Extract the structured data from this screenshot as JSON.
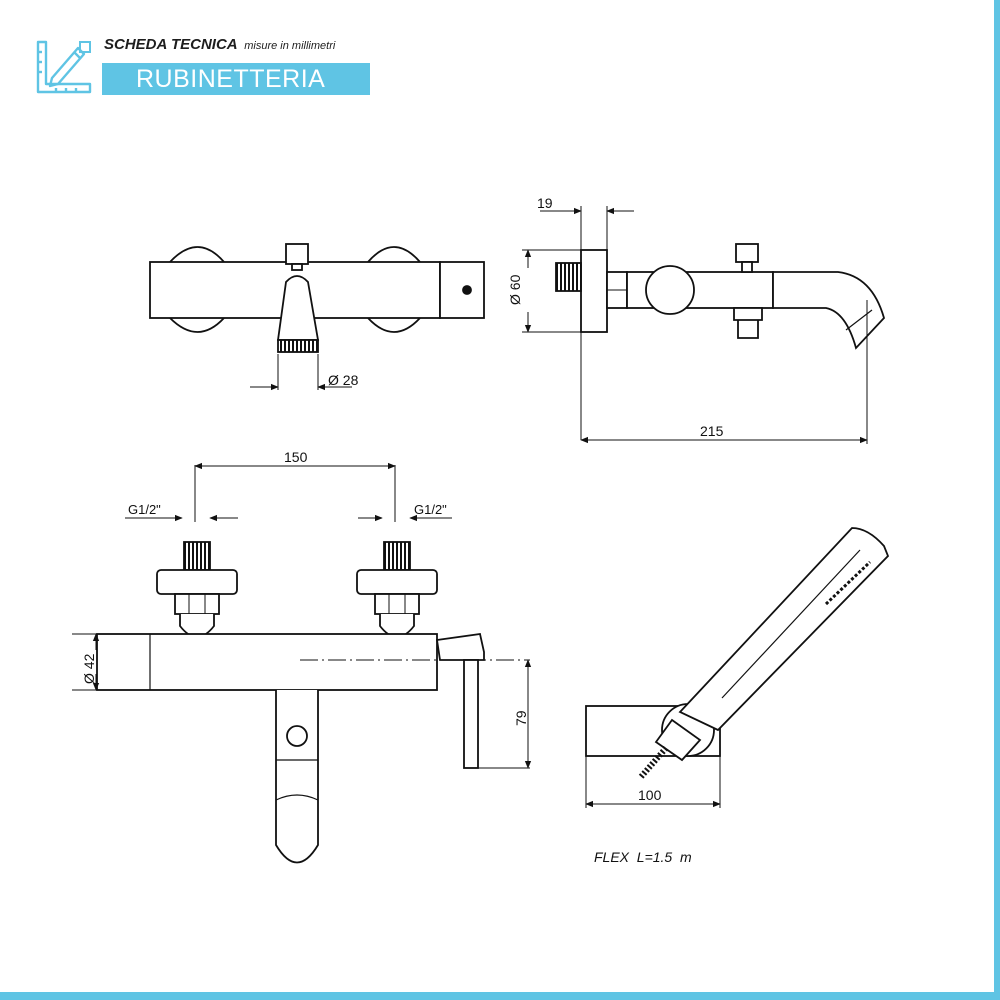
{
  "header": {
    "title": "SCHEDA TECNICA",
    "subtitle": "misure in millimetri",
    "category": "RUBINETTERIA",
    "icon": "ruler-pencil-icon"
  },
  "colors": {
    "accent": "#5fc4e4",
    "line": "#111111"
  },
  "dimensions": {
    "top_spout_diameter": "Ø 28",
    "side_depth": "19",
    "side_diameter": "Ø 60",
    "side_length": "215",
    "front_centers": "150",
    "front_thread_left": "G1/2\"",
    "front_thread_right": "G1/2\"",
    "front_body_diameter": "Ø 42",
    "front_height": "79",
    "hand_shower_length": "100"
  },
  "notes": {
    "flex": "FLEX  L=1.5  m"
  }
}
